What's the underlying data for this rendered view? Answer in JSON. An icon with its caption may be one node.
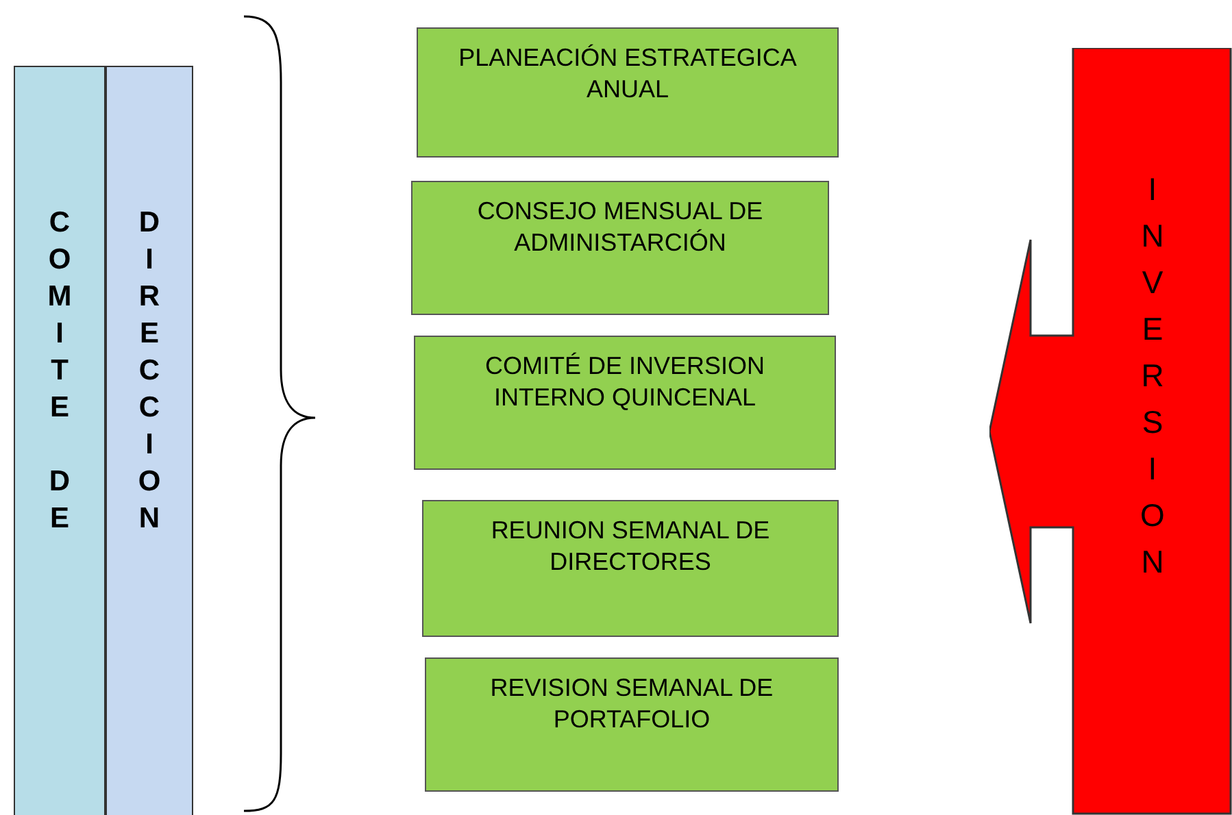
{
  "diagram": {
    "nodes": [
      {
        "text": [
          "COMITE DE"
        ]
      },
      {
        "text": [
          "DIRECCION"
        ]
      },
      {
        "text": [
          "PLANEACIÓN ESTRATEGICA ANUAL"
        ]
      },
      {
        "text": [
          "CONSEJO MENSUAL DE ADMINISTARCIÓN"
        ]
      },
      {
        "text": [
          "COMITÉ DE INVERSION INTERNO QUINCENAL"
        ]
      },
      {
        "text": [
          "REUNION SEMANAL DE DIRECTORES"
        ]
      },
      {
        "text": [
          "REVISION SEMANAL DE PORTAFOLIO"
        ]
      },
      {
        "text": [
          "INVERSION"
        ]
      }
    ],
    "edges": []
  }
}
